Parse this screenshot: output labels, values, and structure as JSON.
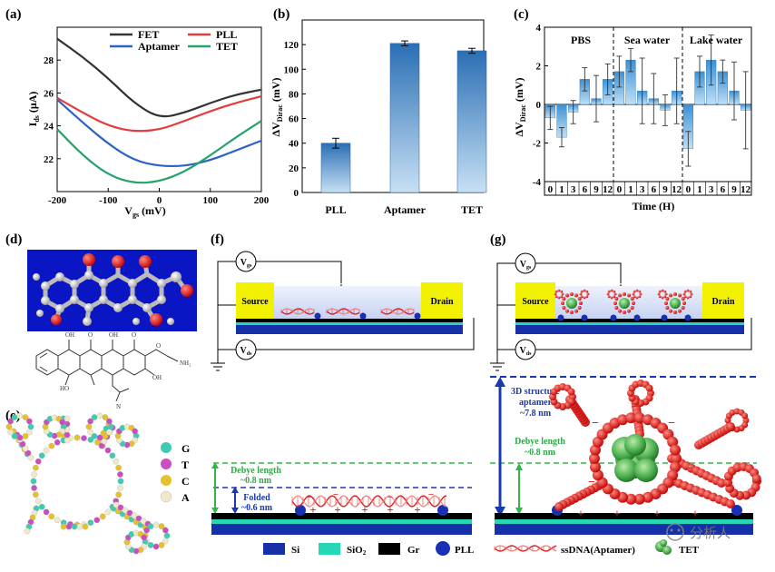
{
  "panels": {
    "a": "(a)",
    "b": "(b)",
    "c": "(c)",
    "d": "(d)",
    "e": "(e)",
    "f": "(f)",
    "g": "(g)"
  },
  "chart_data": [
    {
      "id": "a",
      "type": "line",
      "xlabel": "Vgs (mV)",
      "ylabel": "Ids (μA)",
      "xlim": [
        -200,
        200
      ],
      "ylim": [
        20,
        30
      ],
      "xticks": [
        -200,
        -100,
        0,
        100,
        200
      ],
      "yticks": [
        22,
        24,
        26,
        28
      ],
      "legend_placement": "top",
      "series": [
        {
          "name": "FET",
          "color": "#333333",
          "x": [
            -200,
            -150,
            -100,
            -50,
            0,
            50,
            100,
            150,
            200
          ],
          "y": [
            29.3,
            28.2,
            26.9,
            25.4,
            24.45,
            24.8,
            25.4,
            25.9,
            26.2
          ]
        },
        {
          "name": "PLL",
          "color": "#e23d3d",
          "x": [
            -200,
            -150,
            -100,
            -50,
            0,
            50,
            100,
            150,
            200
          ],
          "y": [
            25.7,
            24.8,
            24.0,
            23.65,
            23.75,
            24.3,
            24.9,
            25.4,
            25.8
          ]
        },
        {
          "name": "Aptamer",
          "color": "#2b63c7",
          "x": [
            -200,
            -150,
            -100,
            -50,
            0,
            50,
            100,
            150,
            200
          ],
          "y": [
            25.6,
            24.2,
            22.9,
            21.9,
            21.55,
            21.55,
            21.9,
            22.5,
            23.1
          ]
        },
        {
          "name": "TET",
          "color": "#24a36b",
          "x": [
            -200,
            -150,
            -100,
            -50,
            0,
            50,
            100,
            150,
            200
          ],
          "y": [
            23.8,
            22.2,
            21.0,
            20.5,
            20.6,
            21.2,
            22.2,
            23.3,
            24.3
          ]
        }
      ]
    },
    {
      "id": "b",
      "type": "bar",
      "ylabel": "ΔV_Dirac (mV)",
      "categories": [
        "PLL",
        "Aptamer",
        "TET"
      ],
      "values": [
        40,
        121,
        115
      ],
      "errors": [
        4,
        2,
        2
      ],
      "ylim": [
        0,
        140
      ],
      "yticks": [
        0,
        20,
        40,
        60,
        80,
        100,
        120
      ]
    },
    {
      "id": "c",
      "type": "bar",
      "ylabel": "ΔV_Dirac (mV)",
      "xlabel": "Time (H)",
      "ylim": [
        -4,
        4
      ],
      "yticks": [
        -4,
        -2,
        0,
        2,
        4
      ],
      "groups": [
        "PBS",
        "Sea water",
        "Lake water"
      ],
      "categories": [
        "0",
        "1",
        "3",
        "6",
        "9",
        "12",
        "0",
        "1",
        "3",
        "6",
        "9",
        "12",
        "0",
        "1",
        "3",
        "6",
        "9",
        "12"
      ],
      "values": [
        -0.7,
        -1.7,
        -0.4,
        1.3,
        0.3,
        1.3,
        1.7,
        2.3,
        0.7,
        0.3,
        -0.3,
        0.7,
        -2.3,
        1.7,
        2.3,
        1.7,
        0.7,
        -0.3
      ],
      "errors": [
        0.6,
        0.5,
        0.6,
        0.6,
        1.2,
        0.8,
        0.8,
        0.6,
        1.7,
        1.3,
        0.8,
        1.7,
        0.9,
        0.8,
        1.3,
        0.6,
        1.5,
        2.0
      ]
    }
  ],
  "e_legend": [
    "G",
    "T",
    "C",
    "A"
  ],
  "circuit": {
    "vgs_left": "V",
    "vgs_sub": "gs",
    "vds_left": "V",
    "vds_sub": "ds",
    "source": "Source",
    "drain": "Drain"
  },
  "f_diagram": {
    "debye_line1": "Debye length",
    "debye_line2": "~0.8 nm",
    "folded_line1": "Folded",
    "folded_line2": "~0.6 nm"
  },
  "g_diagram": {
    "aptamer_line1": "3D structure",
    "aptamer_line2": "aptamer",
    "aptamer_line3": "~7.8 nm",
    "debye_line1": "Debye length",
    "debye_line2": "~0.8 nm"
  },
  "bottom_legend": {
    "si": "Si",
    "sio2": "SiO",
    "sio2_sub": "2",
    "gr": "Gr",
    "pll": "PLL",
    "ssdna": "ssDNA(Aptamer)",
    "tet": "TET"
  },
  "watermark": "分析人",
  "colors": {
    "si": "#1530a8",
    "sio2": "#25d7b4",
    "gr": "#000000",
    "pll": "#1830b5",
    "tet": "#55b94a",
    "aptamer": "#d92020"
  }
}
